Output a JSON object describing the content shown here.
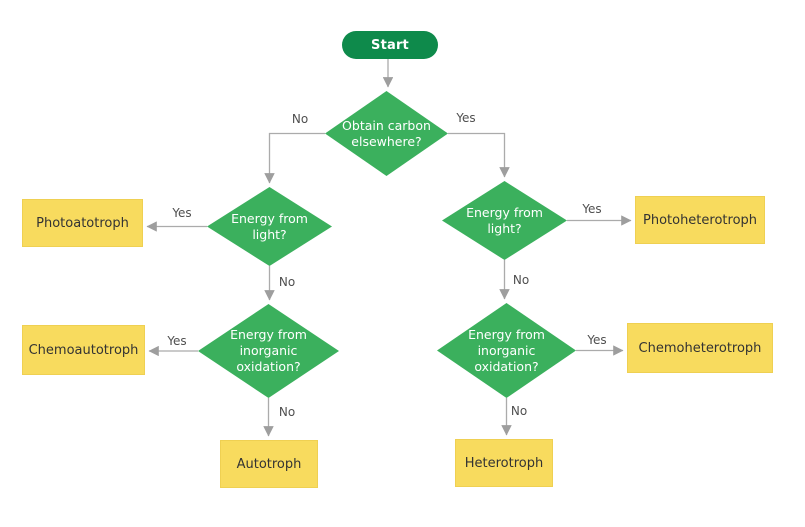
{
  "colors": {
    "background": "#FFFFFF",
    "start_fill": "#0E8A4B",
    "decision_fill": "#3BB05D",
    "result_fill": "#F8DB5E",
    "result_border": "#EFD052",
    "connector": "#ABABAB",
    "arrowhead": "#9E9E9E",
    "edge_label_text": "#4F4F4F",
    "result_text": "#333333",
    "decision_text": "#FFFFFF"
  },
  "nodes": {
    "start": {
      "label": "Start",
      "type": "start"
    },
    "obtain_carbon": {
      "label": "Obtain carbon\nelsewhere?",
      "type": "decision"
    },
    "energy_light_left": {
      "label": "Energy from\nlight?",
      "type": "decision"
    },
    "energy_light_right": {
      "label": "Energy from\nlight?",
      "type": "decision"
    },
    "energy_inorganic_left": {
      "label": "Energy from\ninorganic\noxidation?",
      "type": "decision"
    },
    "energy_inorganic_right": {
      "label": "Energy from\ninorganic\noxidation?",
      "type": "decision"
    },
    "photoatotroph": {
      "label": "Photoatotroph",
      "type": "result"
    },
    "photoheterotroph": {
      "label": "Photoheterotroph",
      "type": "result"
    },
    "chemoautotroph": {
      "label": "Chemoautotroph",
      "type": "result"
    },
    "chemoheterotroph": {
      "label": "Chemoheterotroph",
      "type": "result"
    },
    "autotroph": {
      "label": "Autotroph",
      "type": "result"
    },
    "heterotroph": {
      "label": "Heterotroph",
      "type": "result"
    }
  },
  "edge_labels": {
    "obtain_no": "No",
    "obtain_yes": "Yes",
    "light_left_yes": "Yes",
    "light_left_no": "No",
    "light_right_yes": "Yes",
    "light_right_no": "No",
    "inorganic_left_yes": "Yes",
    "inorganic_left_no": "No",
    "inorganic_right_yes": "Yes",
    "inorganic_right_no": "No"
  }
}
